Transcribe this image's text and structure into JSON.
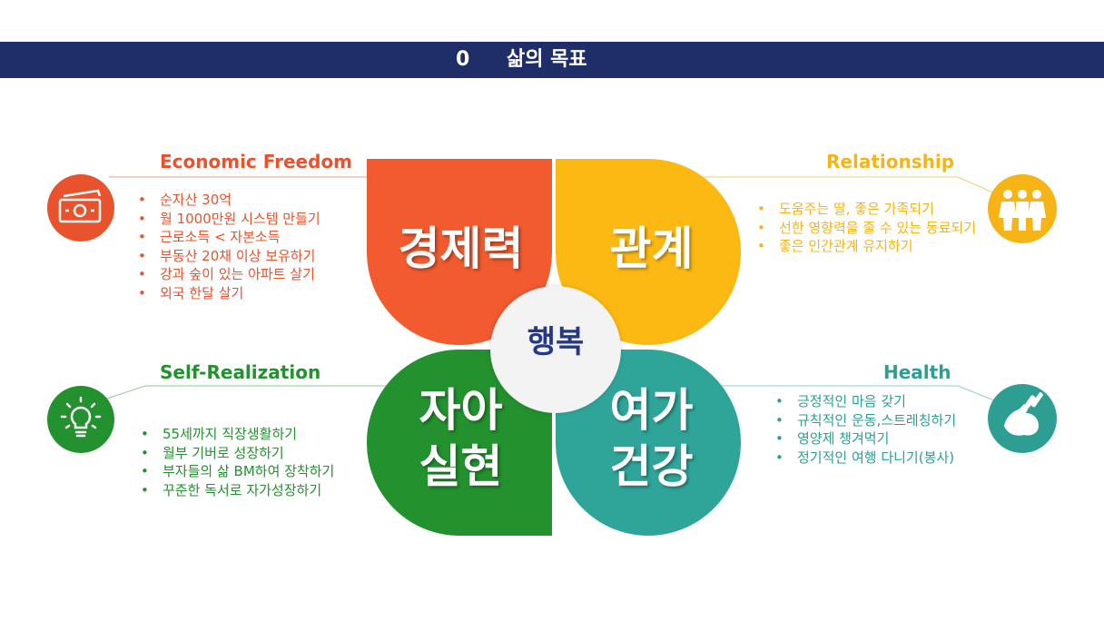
{
  "header": {
    "number": "0",
    "title": "삶의 목표"
  },
  "center": {
    "label": "행복"
  },
  "petals": {
    "economy": {
      "label": "경제력",
      "color": "#f25a2f"
    },
    "relation": {
      "label": "관계",
      "color": "#fdb913"
    },
    "self": {
      "line1": "자아",
      "line2": "실현",
      "color": "#23912e"
    },
    "health": {
      "line1": "여가",
      "line2": "건강",
      "color": "#2fa59a"
    }
  },
  "sections": {
    "economic": {
      "title": "Economic Freedom",
      "color": "#e8522c",
      "icon": "money-icon",
      "items": [
        "순자산 30억",
        "월 1000만원 시스템 만들기",
        "근로소득 < 자본소득",
        "부동산 20채  이상 보유하기",
        "강과 숲이 있는 아파트 살기",
        "외국 한달 살기"
      ]
    },
    "relationship": {
      "title": "Relationship",
      "color": "#f6b417",
      "icon": "family-icon",
      "items": [
        "도움주는 딸, 좋은 가족되기",
        "선한 영향력을 줄 수 있는 동료되기",
        "좋은 인간관계 유지하기"
      ]
    },
    "self_realization": {
      "title": "Self-Realization",
      "color": "#23912e",
      "icon": "lightbulb-icon",
      "items": [
        "55세까지 직장생활하기",
        "월부 기버로 성장하기",
        "부자들의 삶 BM하여 장착하기",
        "꾸준한 독서로 자가성장하기"
      ]
    },
    "health": {
      "title": "Health",
      "color": "#2e9e93",
      "icon": "muscle-icon",
      "items": [
        "긍정적인 마음 갖기",
        "규칙적인 운동,스트레칭하기",
        "영양제 챙겨먹기",
        "정기적인 여행 다니기(봉사)"
      ]
    }
  }
}
